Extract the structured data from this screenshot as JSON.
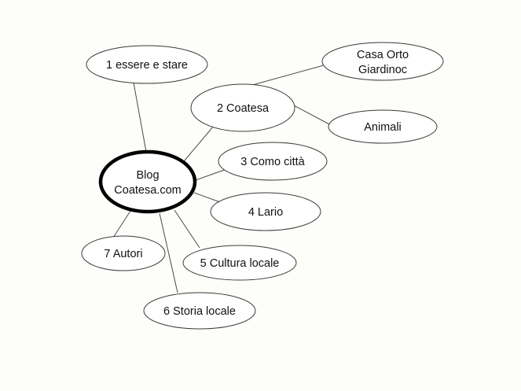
{
  "diagram": {
    "title": "Blog Coatesa.com mind map",
    "type": "mind-map",
    "background_color": "#fdfdfa",
    "node_fill_color": "#ffffff",
    "node_stroke_color": "#3a3a3a",
    "root_stroke_color": "#000000",
    "edge_color": "#4a4a4a",
    "text_color": "#111111",
    "root": {
      "id": "root",
      "label_line1": "Blog",
      "label_line2": "Coatesa.com"
    },
    "nodes": [
      {
        "id": "n1",
        "label": "1 essere e stare"
      },
      {
        "id": "n2",
        "label": "2 Coatesa"
      },
      {
        "id": "n3",
        "label": "3 Como città"
      },
      {
        "id": "n4",
        "label": "4 Lario"
      },
      {
        "id": "n5",
        "label": "5 Cultura locale"
      },
      {
        "id": "n6",
        "label": "6 Storia locale"
      },
      {
        "id": "n7",
        "label": "7 Autori"
      },
      {
        "id": "n8",
        "label_line1": "Casa Orto",
        "label_line2": "Giardinoc"
      },
      {
        "id": "n9",
        "label": "Animali"
      }
    ],
    "edges": [
      {
        "from": "root",
        "to": "n1"
      },
      {
        "from": "root",
        "to": "n2"
      },
      {
        "from": "root",
        "to": "n3"
      },
      {
        "from": "root",
        "to": "n4"
      },
      {
        "from": "root",
        "to": "n5"
      },
      {
        "from": "root",
        "to": "n6"
      },
      {
        "from": "root",
        "to": "n7"
      },
      {
        "from": "n2",
        "to": "n8"
      },
      {
        "from": "n2",
        "to": "n9"
      }
    ]
  }
}
